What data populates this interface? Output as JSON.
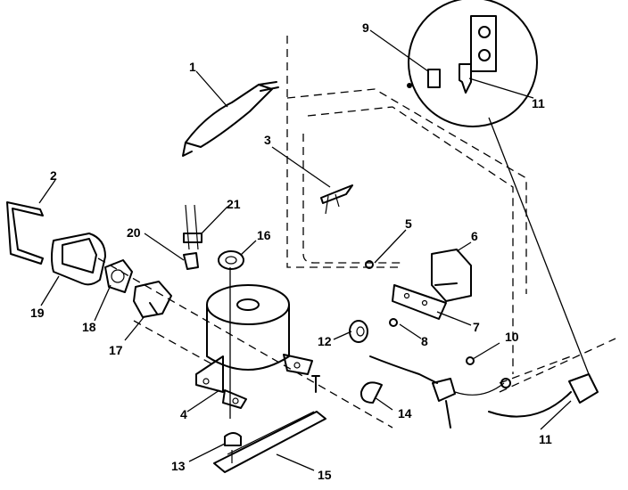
{
  "callouts": {
    "c1": "1",
    "c2": "2",
    "c3": "3",
    "c4": "4",
    "c5": "5",
    "c6": "6",
    "c7": "7",
    "c8": "8",
    "c9": "9",
    "c10": "10",
    "c11a": "11",
    "c11b": "11",
    "c12": "12",
    "c13": "13",
    "c14": "14",
    "c15": "15",
    "c16": "16",
    "c17": "17",
    "c18": "18",
    "c19": "19",
    "c20": "20",
    "c21": "21"
  },
  "icons": {
    "compressor": "compressor-icon",
    "relay": "relay-icon",
    "power_cord": "power-cord-icon"
  }
}
